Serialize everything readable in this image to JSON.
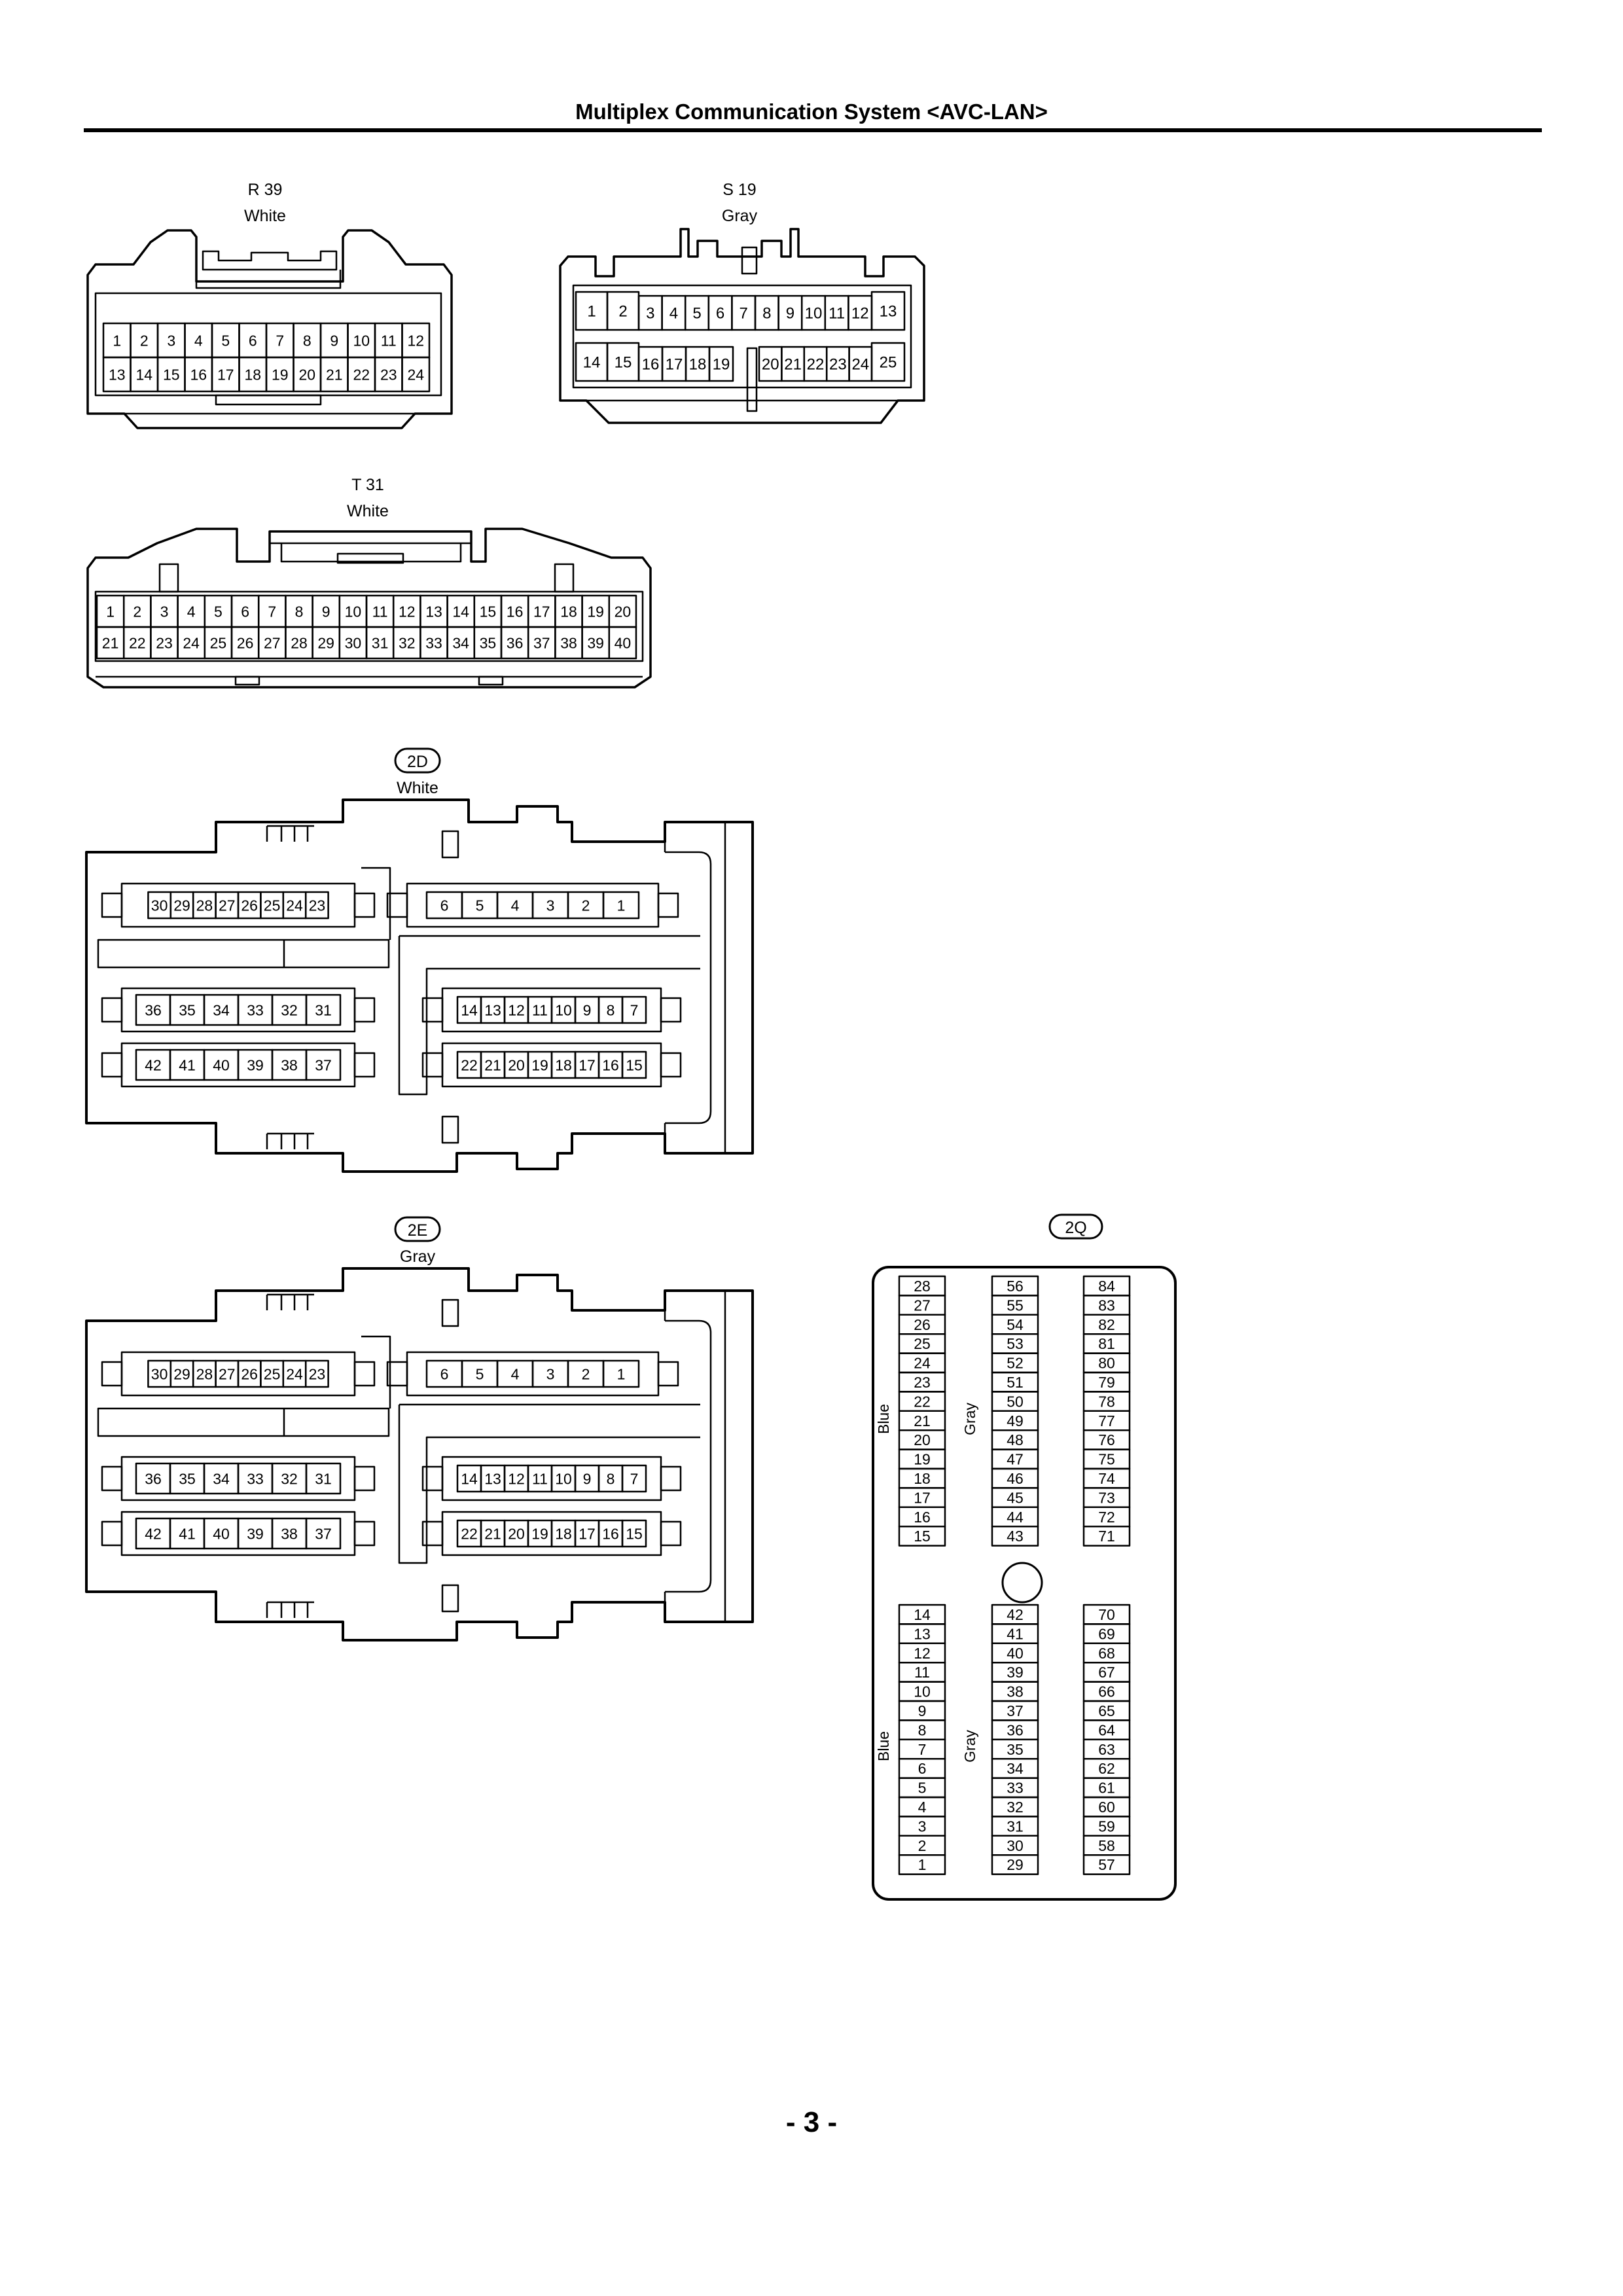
{
  "header": {
    "title": "Multiplex Communication System <AVC-LAN>"
  },
  "footer": {
    "page_number": "- 3 -"
  },
  "connectors": {
    "r39": {
      "code": "R 39",
      "color": "White",
      "rows": [
        [
          "1",
          "2",
          "3",
          "4",
          "5",
          "6",
          "7",
          "8",
          "9",
          "10",
          "11",
          "12"
        ],
        [
          "13",
          "14",
          "15",
          "16",
          "17",
          "18",
          "19",
          "20",
          "21",
          "22",
          "23",
          "24"
        ]
      ]
    },
    "s19": {
      "code": "S 19",
      "color": "Gray",
      "rows": [
        [
          "1",
          "2",
          "3",
          "4",
          "5",
          "6",
          "7",
          "8",
          "9",
          "10",
          "11",
          "12",
          "13"
        ],
        [
          "14",
          "15",
          "16",
          "17",
          "18",
          "19",
          "20",
          "21",
          "22",
          "23",
          "24",
          "25"
        ]
      ]
    },
    "t31": {
      "code": "T 31",
      "color": "White",
      "rows": [
        [
          "1",
          "2",
          "3",
          "4",
          "5",
          "6",
          "7",
          "8",
          "9",
          "10",
          "11",
          "12",
          "13",
          "14",
          "15",
          "16",
          "17",
          "18",
          "19",
          "20"
        ],
        [
          "21",
          "22",
          "23",
          "24",
          "25",
          "26",
          "27",
          "28",
          "29",
          "30",
          "31",
          "32",
          "33",
          "34",
          "35",
          "36",
          "37",
          "38",
          "39",
          "40"
        ]
      ]
    },
    "c2d": {
      "code": "2D",
      "color": "White",
      "blocks": {
        "upper_left": [
          "30",
          "29",
          "28",
          "27",
          "26",
          "25",
          "24",
          "23"
        ],
        "upper_right": [
          "6",
          "5",
          "4",
          "3",
          "2",
          "1"
        ],
        "middle_left": [
          "36",
          "35",
          "34",
          "33",
          "32",
          "31"
        ],
        "middle_right": [
          "14",
          "13",
          "12",
          "11",
          "10",
          "9",
          "8",
          "7"
        ],
        "lower_left": [
          "42",
          "41",
          "40",
          "39",
          "38",
          "37"
        ],
        "lower_right": [
          "22",
          "21",
          "20",
          "19",
          "18",
          "17",
          "16",
          "15"
        ]
      }
    },
    "c2e": {
      "code": "2E",
      "color": "Gray",
      "blocks": {
        "upper_left": [
          "30",
          "29",
          "28",
          "27",
          "26",
          "25",
          "24",
          "23"
        ],
        "upper_right": [
          "6",
          "5",
          "4",
          "3",
          "2",
          "1"
        ],
        "middle_left": [
          "36",
          "35",
          "34",
          "33",
          "32",
          "31"
        ],
        "middle_right": [
          "14",
          "13",
          "12",
          "11",
          "10",
          "9",
          "8",
          "7"
        ],
        "lower_left": [
          "42",
          "41",
          "40",
          "39",
          "38",
          "37"
        ],
        "lower_right": [
          "22",
          "21",
          "20",
          "19",
          "18",
          "17",
          "16",
          "15"
        ]
      }
    },
    "c2q": {
      "code": "2Q",
      "group_labels": [
        "Blue",
        "Gray"
      ],
      "columns": [
        [
          "28",
          "27",
          "26",
          "25",
          "24",
          "23",
          "22",
          "21",
          "20",
          "19",
          "18",
          "17",
          "16",
          "15"
        ],
        [
          "56",
          "55",
          "54",
          "53",
          "52",
          "51",
          "50",
          "49",
          "48",
          "47",
          "46",
          "45",
          "44",
          "43"
        ],
        [
          "84",
          "83",
          "82",
          "81",
          "80",
          "79",
          "78",
          "77",
          "76",
          "75",
          "74",
          "73",
          "72",
          "71"
        ],
        [
          "14",
          "13",
          "12",
          "11",
          "10",
          "9",
          "8",
          "7",
          "6",
          "5",
          "4",
          "3",
          "2",
          "1"
        ],
        [
          "42",
          "41",
          "40",
          "39",
          "38",
          "37",
          "36",
          "35",
          "34",
          "33",
          "32",
          "31",
          "30",
          "29"
        ],
        [
          "70",
          "69",
          "68",
          "67",
          "66",
          "65",
          "64",
          "63",
          "62",
          "61",
          "60",
          "59",
          "58",
          "57"
        ]
      ]
    }
  }
}
